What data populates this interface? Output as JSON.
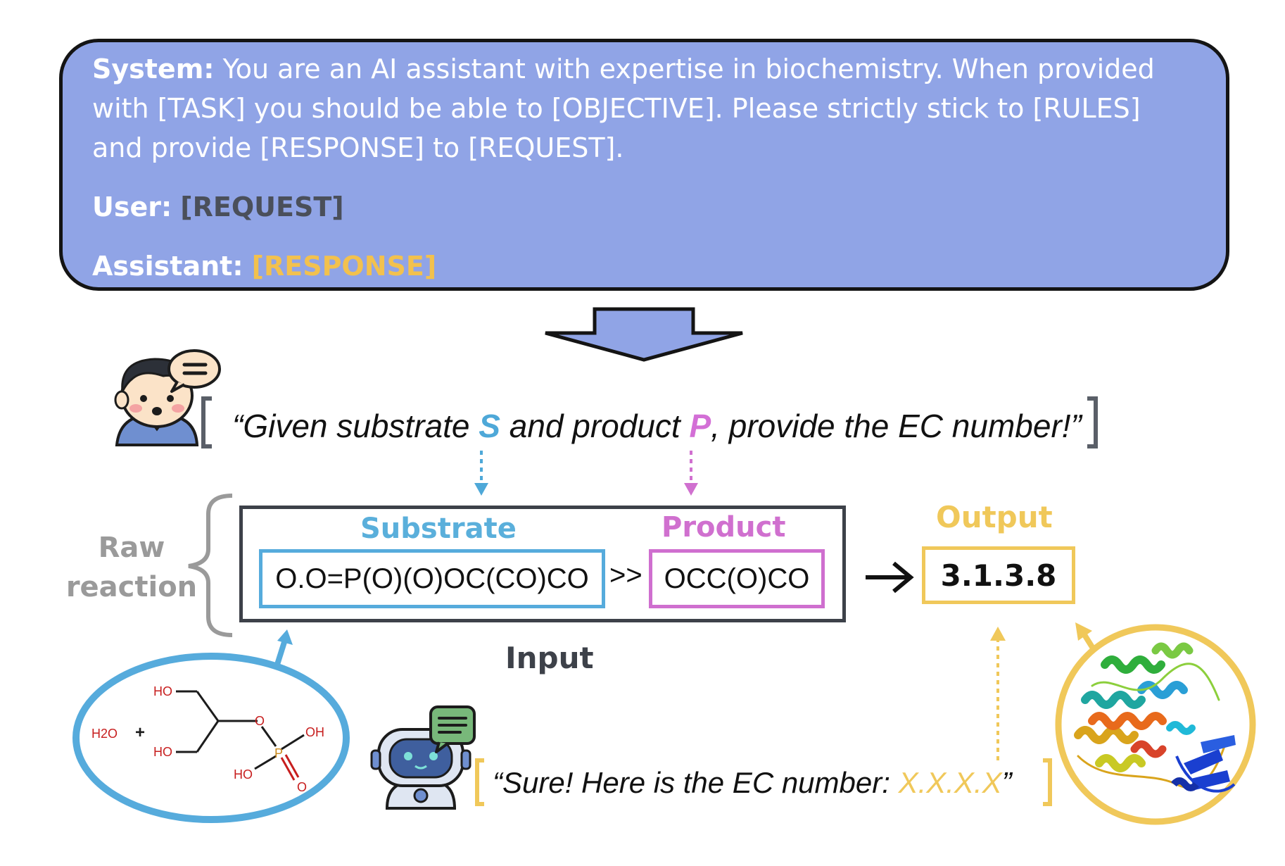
{
  "system_prompt": {
    "system_label": "System:",
    "system_text_line1": "You are an AI assistant with expertise in biochemistry. When provided",
    "system_text_line2": "with [TASK] you should be able to [OBJECTIVE]. Please strictly stick to [RULES]",
    "system_text_line3": "and provide [RESPONSE] to [REQUEST].",
    "user_label": "User:",
    "user_value": "[REQUEST]",
    "assistant_label": "Assistant:",
    "assistant_value": "[RESPONSE]"
  },
  "question": {
    "open_quote_text": "“Given substrate ",
    "s": "S",
    "mid_text": " and product ",
    "p": "P",
    "end_text": ", provide the EC number!”"
  },
  "reaction": {
    "raw_label_line1": "Raw",
    "raw_label_line2": "reaction",
    "substrate_label": "Substrate",
    "product_label": "Product",
    "substrate_smiles": "O.O=P(O)(O)OC(CO)CO",
    "separator": ">>",
    "product_smiles": "OCC(O)CO",
    "input_label": "Input"
  },
  "output": {
    "label": "Output",
    "value": "3.1.3.8"
  },
  "molecule": {
    "water": "H2O",
    "plus": "+",
    "ho_top": "HO",
    "ho_mid": "HO",
    "o_link": "O",
    "p_atom": "P",
    "oh_right": "OH",
    "ho_bottom": "HO",
    "o_double": "O"
  },
  "answer": {
    "text": "“Sure! Here is the EC number: ",
    "ec_placeholder": "X.X.X.X",
    "close": "”"
  },
  "colors": {
    "panel_bg": "#90a4e6",
    "substrate": "#56abdc",
    "product": "#cf6fcf",
    "output": "#f0c85a",
    "dark": "#3d4149"
  },
  "icons": [
    "user-avatar-icon",
    "speech-bubble-icon",
    "robot-icon",
    "chat-icon",
    "protein-structure-icon"
  ]
}
